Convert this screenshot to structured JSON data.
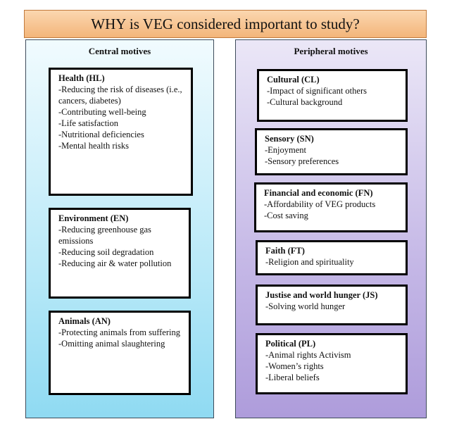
{
  "title": "WHY is VEG considered important to study?",
  "central": {
    "heading": "Central motives",
    "boxes": [
      {
        "title": "Health (HL)",
        "lines": [
          "-Reducing the risk of diseases (i.e., cancers, diabetes)",
          "-Contributing well-being",
          "-Life satisfaction",
          "-Nutritional deficiencies",
          "-Mental health risks"
        ]
      },
      {
        "title": "Environment (EN)",
        "lines": [
          "-Reducing greenhouse gas emissions",
          "-Reducing soil degradation",
          "-Reducing air & water pollution"
        ]
      },
      {
        "title": "Animals (AN)",
        "lines": [
          "-Protecting animals from suffering",
          "-Omitting animal slaughtering"
        ]
      }
    ]
  },
  "peripheral": {
    "heading": "Peripheral motives",
    "boxes": [
      {
        "title": "Cultural (CL)",
        "lines": [
          "-Impact of significant others",
          "-Cultural background"
        ]
      },
      {
        "title": "Sensory (SN)",
        "lines": [
          "-Enjoyment",
          "-Sensory preferences"
        ]
      },
      {
        "title": "Financial and economic (FN)",
        "lines": [
          "-Affordability of VEG products",
          "-Cost saving"
        ]
      },
      {
        "title": "Faith (FT)",
        "lines": [
          "-Religion and spirituality"
        ]
      },
      {
        "title": "Justise and world hunger (JS)",
        "lines": [
          "-Solving world hunger"
        ]
      },
      {
        "title": "Political (PL)",
        "lines": [
          "-Animal rights Activism",
          "-Women’s rights",
          "-Liberal beliefs"
        ]
      }
    ]
  }
}
